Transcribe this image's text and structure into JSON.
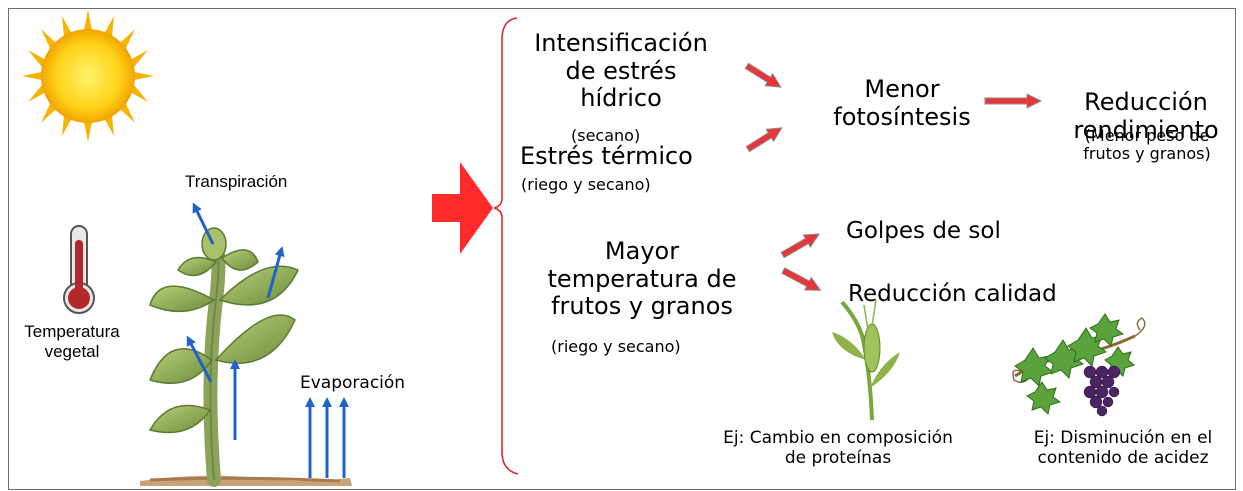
{
  "left": {
    "transpiration": "Transpiración",
    "plant_temperature": [
      "Temperatura",
      "vegetal"
    ],
    "evaporation": "Evaporación"
  },
  "causes": {
    "water_stress": [
      "Intensificación",
      "de estrés",
      "hídrico"
    ],
    "water_stress_note": "(secano)",
    "heat_stress": "Estrés térmico",
    "heat_stress_note": "(riego y secano)",
    "fruit_temp": [
      "Mayor",
      "temperatura de",
      "frutos y granos"
    ],
    "fruit_temp_note": "(riego y secano)"
  },
  "effects": {
    "photosynthesis": [
      "Menor",
      "fotosíntesis"
    ],
    "yield": [
      "Reducción",
      "rendimiento"
    ],
    "yield_note": [
      "(Menor peso de",
      "frutos y granos)"
    ],
    "sunburn": "Golpes de sol",
    "quality": "Reducción calidad"
  },
  "examples": {
    "wheat": [
      "Ej: Cambio en composición",
      "de proteínas"
    ],
    "grape": [
      "Ej: Disminución en el",
      "contenido de acidez"
    ]
  },
  "colors": {
    "arrow_red": "#e8353a",
    "arrow_blue": "#1f63c9",
    "bracket": "#e02020",
    "sun": "#ffd21a",
    "leaf": "#8fae55",
    "thermometer": "#b3262a"
  },
  "icons": [
    "sun-icon",
    "thermometer-icon",
    "plant-icon",
    "wheat-icon",
    "grape-vine-icon"
  ]
}
